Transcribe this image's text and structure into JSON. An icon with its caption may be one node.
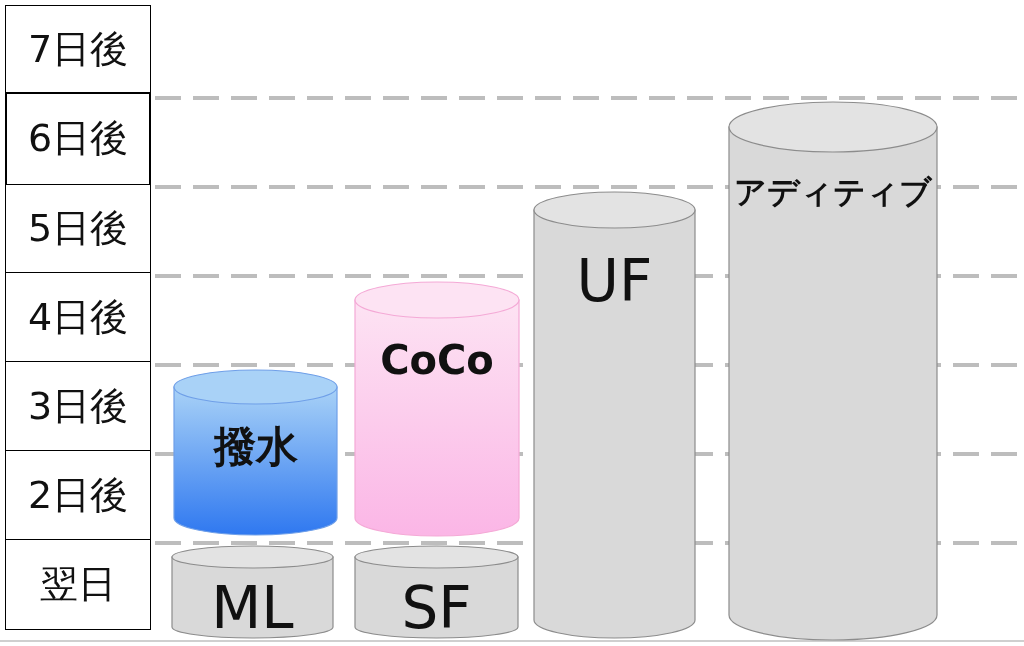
{
  "diagram": {
    "nodes": [
      {
        "text": [
          "ML"
        ]
      },
      {
        "text": [
          "撥水"
        ]
      },
      {
        "text": [
          "SF"
        ]
      },
      {
        "text": [
          "CoCo"
        ]
      },
      {
        "text": [
          "UF"
        ]
      },
      {
        "text": [
          "アディティブ"
        ]
      }
    ],
    "labels": [
      "7日後",
      "6日後",
      "5日後",
      "4日後",
      "3日後",
      "2日後",
      "翌日"
    ]
  }
}
